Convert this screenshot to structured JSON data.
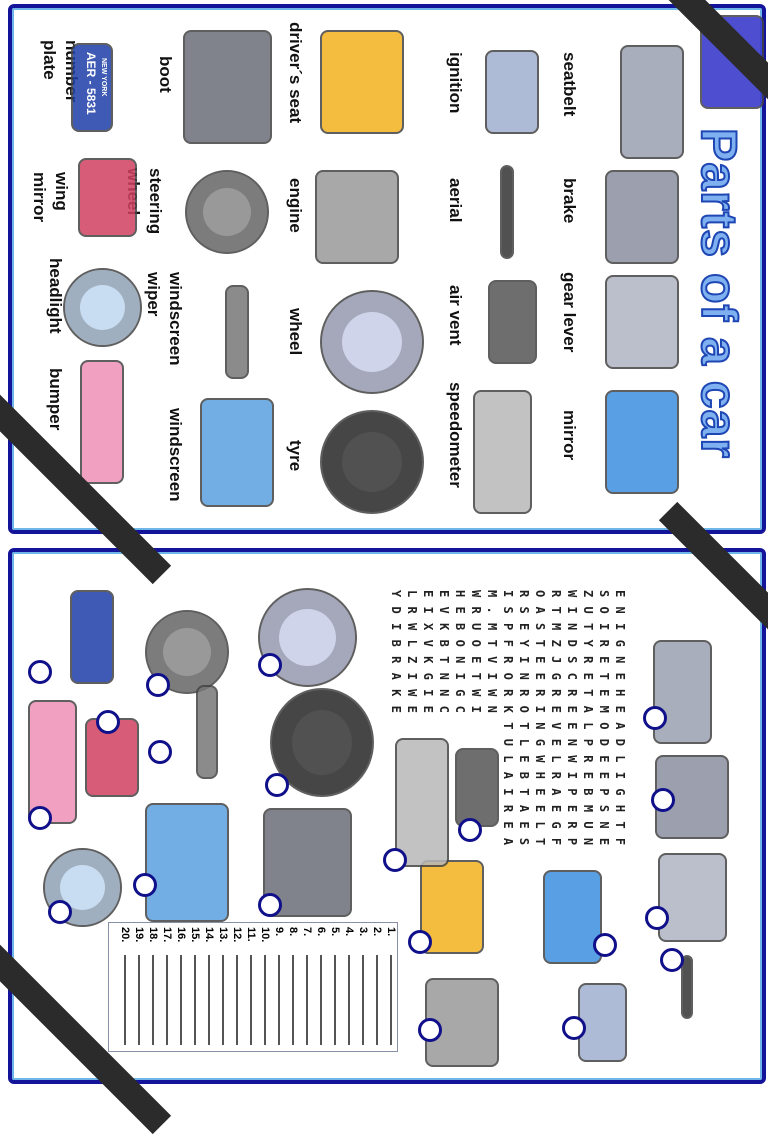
{
  "page1": {
    "title": "Parts of a car",
    "labels": [
      "seatbelt",
      "brake",
      "gear lever",
      "mirror",
      "ignition",
      "aerial",
      "air vent",
      "speedometer",
      "driver´s seat",
      "engine",
      "wheel",
      "tyre",
      "boot",
      "steering wheel",
      "windscreen wiper",
      "windscreen",
      "number plate",
      "wing mirror",
      "headlight",
      "bumper"
    ],
    "number_plate_text": "AER - 5831",
    "number_plate_state": "NEW YORK"
  },
  "page2": {
    "word_search": {
      "rows": [
        "ENIGNEHEADLIGHTF",
        "SOIRETEMODEEPSNE",
        "ZUTYRETALPREBMUN",
        "WINDSCREENWIPERP",
        "RTMZJGREVELRAEGF",
        "OASTEERINGWHEELT",
        "RSEYINROTLEBTAES",
        "ISPFRORKTULAIREA",
        "M.MTVIWN",
        "WRUOETWI",
        "HEBONIGC",
        "EVKBTNNC",
        "EIXVKGIE",
        "LRWLZIWE",
        "YDIBRAKE"
      ]
    },
    "answer_numbers": [
      "1.",
      "2.",
      "3.",
      "4.",
      "5.",
      "6.",
      "7.",
      "8.",
      "9.",
      "10.",
      "11.",
      "12.",
      "13.",
      "14.",
      "15.",
      "16.",
      "17.",
      "18.",
      "19.",
      "20."
    ]
  },
  "colors": {
    "frame": "#14149a",
    "title": "#7fb0f0",
    "circle": "#10108a"
  }
}
